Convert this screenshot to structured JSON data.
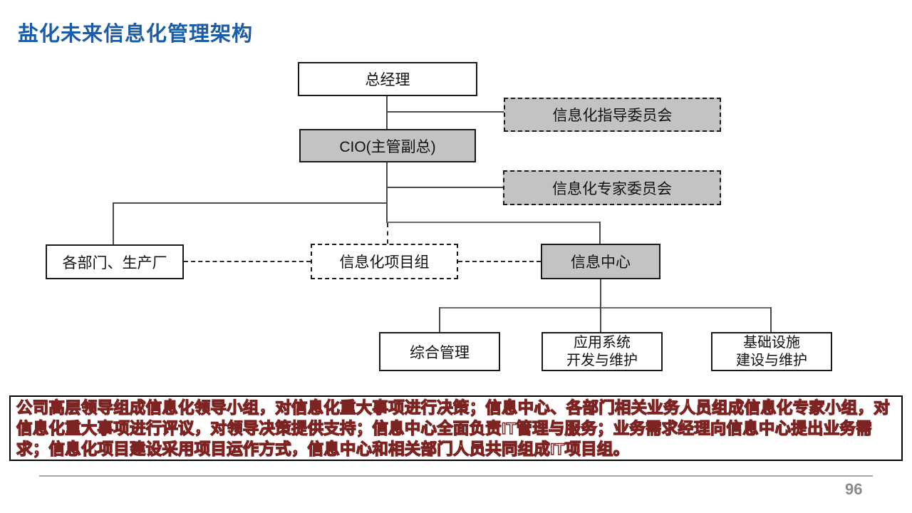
{
  "slide": {
    "title": "盐化未来信息化管理架构",
    "page_number": "96"
  },
  "colors": {
    "title_blue": "#1a5ca8",
    "node_gray_fill": "#c3c3c3",
    "connector": "#4a4a4a",
    "note_outline_red": "#7d2321",
    "page_number_gray": "#8a8a8a"
  },
  "nodes": {
    "gm": {
      "label": "总经理"
    },
    "steering": {
      "label": "信息化指导委员会"
    },
    "cio": {
      "label": "CIO(主管副总)"
    },
    "expert": {
      "label": "信息化专家委员会"
    },
    "depts": {
      "label": "各部门、生产厂"
    },
    "project": {
      "label": "信息化项目组"
    },
    "infocenter": {
      "label": "信息中心"
    },
    "general": {
      "label": "综合管理"
    },
    "appsys": {
      "line1": "应用系统",
      "line2": "开发与维护"
    },
    "infra": {
      "line1": "基础设施",
      "line2": "建设与维护"
    }
  },
  "note": {
    "text": "公司高层领导组成信息化领导小组，对信息化重大事项进行决策；信息中心、各部门相关业务人员组成信息化专家小组，对信息化重大事项进行评议，对领导决策提供支持；信息中心全面负责IT管理与服务；业务需求经理向信息中心提出业务需求；信息化项目建设采用项目运作方式，信息中心和相关部门人员共同组成IT项目组。"
  }
}
